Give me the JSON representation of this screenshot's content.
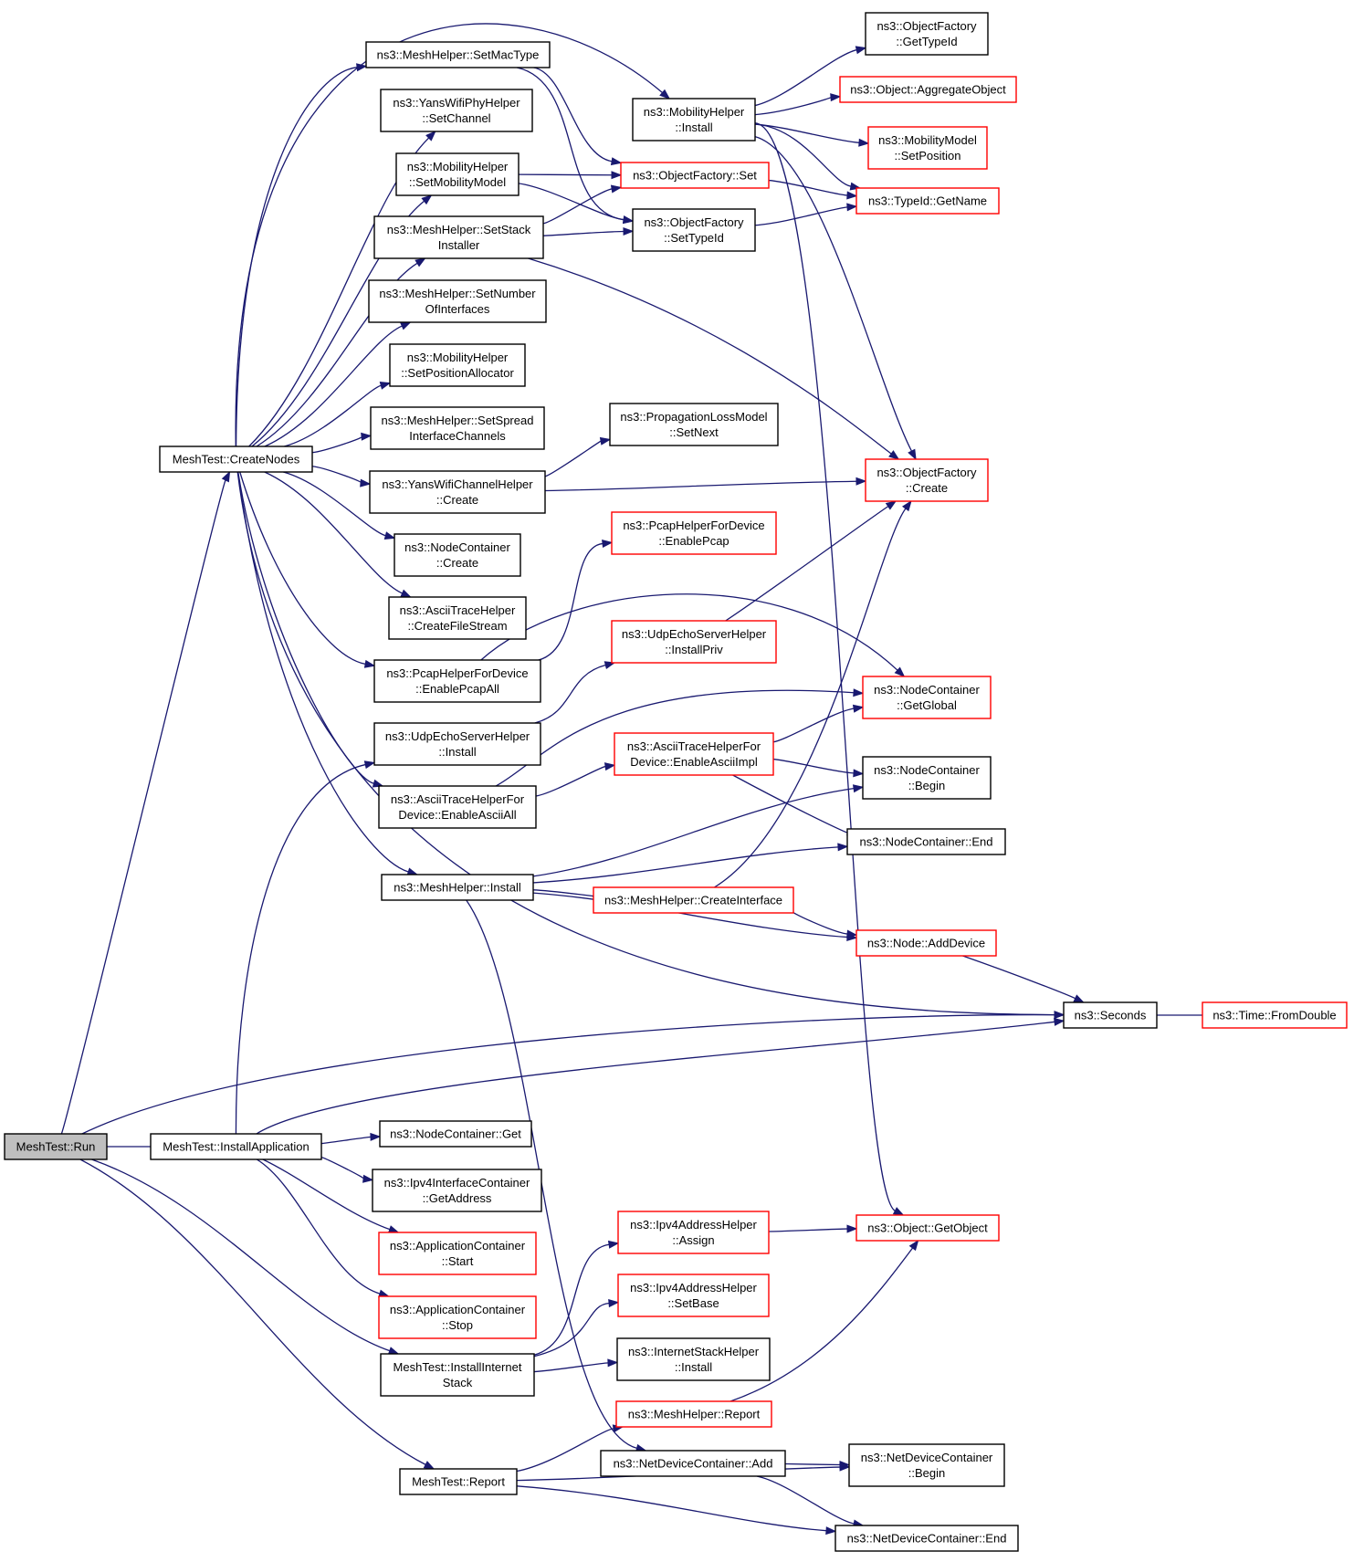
{
  "graph": {
    "type": "doxygen-call-graph",
    "colors": {
      "edge": "#191970",
      "root_fill": "#bfbfbf",
      "node_border": "#000000",
      "truncated_border": "#ff0000"
    },
    "nodes": [
      {
        "id": "run",
        "lines": [
          "MeshTest::Run"
        ],
        "style": "root"
      },
      {
        "id": "createnodes",
        "lines": [
          "MeshTest::CreateNodes"
        ],
        "style": "black"
      },
      {
        "id": "installapp",
        "lines": [
          "MeshTest::InstallApplication"
        ],
        "style": "black"
      },
      {
        "id": "installinet",
        "lines": [
          "MeshTest::InstallInternet",
          "Stack"
        ],
        "style": "black"
      },
      {
        "id": "report",
        "lines": [
          "MeshTest::Report"
        ],
        "style": "black"
      },
      {
        "id": "setmactype",
        "lines": [
          "ns3::MeshHelper::SetMacType"
        ],
        "style": "black"
      },
      {
        "id": "yanssetchannel",
        "lines": [
          "ns3::YansWifiPhyHelper",
          "::SetChannel"
        ],
        "style": "black"
      },
      {
        "id": "setmobmodel",
        "lines": [
          "ns3::MobilityHelper",
          "::SetMobilityModel"
        ],
        "style": "black"
      },
      {
        "id": "setstack",
        "lines": [
          "ns3::MeshHelper::SetStack",
          "Installer"
        ],
        "style": "black"
      },
      {
        "id": "setnumif",
        "lines": [
          "ns3::MeshHelper::SetNumber",
          "OfInterfaces"
        ],
        "style": "black"
      },
      {
        "id": "setposalloc",
        "lines": [
          "ns3::MobilityHelper",
          "::SetPositionAllocator"
        ],
        "style": "black"
      },
      {
        "id": "setspread",
        "lines": [
          "ns3::MeshHelper::SetSpread",
          "InterfaceChannels"
        ],
        "style": "black"
      },
      {
        "id": "yanschcreate",
        "lines": [
          "ns3::YansWifiChannelHelper",
          "::Create"
        ],
        "style": "black"
      },
      {
        "id": "nccreate",
        "lines": [
          "ns3::NodeContainer",
          "::Create"
        ],
        "style": "black"
      },
      {
        "id": "asciifile",
        "lines": [
          "ns3::AsciiTraceHelper",
          "::CreateFileStream"
        ],
        "style": "black"
      },
      {
        "id": "pcapall",
        "lines": [
          "ns3::PcapHelperForDevice",
          "::EnablePcapAll"
        ],
        "style": "black"
      },
      {
        "id": "udpinstall",
        "lines": [
          "ns3::UdpEchoServerHelper",
          "::Install"
        ],
        "style": "black"
      },
      {
        "id": "asciiall",
        "lines": [
          "ns3::AsciiTraceHelperFor",
          "Device::EnableAsciiAll"
        ],
        "style": "black"
      },
      {
        "id": "meshinstall",
        "lines": [
          "ns3::MeshHelper::Install"
        ],
        "style": "black"
      },
      {
        "id": "ncget",
        "lines": [
          "ns3::NodeContainer::Get"
        ],
        "style": "black"
      },
      {
        "id": "ipv4getaddr",
        "lines": [
          "ns3::Ipv4InterfaceContainer",
          "::GetAddress"
        ],
        "style": "black"
      },
      {
        "id": "appstart",
        "lines": [
          "ns3::ApplicationContainer",
          "::Start"
        ],
        "style": "red"
      },
      {
        "id": "appstop",
        "lines": [
          "ns3::ApplicationContainer",
          "::Stop"
        ],
        "style": "red"
      },
      {
        "id": "mobinstall",
        "lines": [
          "ns3::MobilityHelper",
          "::Install"
        ],
        "style": "black"
      },
      {
        "id": "ofset",
        "lines": [
          "ns3::ObjectFactory::Set"
        ],
        "style": "red"
      },
      {
        "id": "ofsettypeid",
        "lines": [
          "ns3::ObjectFactory",
          "::SetTypeId"
        ],
        "style": "black"
      },
      {
        "id": "propsetnext",
        "lines": [
          "ns3::PropagationLossModel",
          "::SetNext"
        ],
        "style": "black"
      },
      {
        "id": "pcapenable",
        "lines": [
          "ns3::PcapHelperForDevice",
          "::EnablePcap"
        ],
        "style": "red"
      },
      {
        "id": "udpinstallpriv",
        "lines": [
          "ns3::UdpEchoServerHelper",
          "::InstallPriv"
        ],
        "style": "red"
      },
      {
        "id": "asciiimpl",
        "lines": [
          "ns3::AsciiTraceHelperFor",
          "Device::EnableAsciiImpl"
        ],
        "style": "red"
      },
      {
        "id": "createif",
        "lines": [
          "ns3::MeshHelper::CreateInterface"
        ],
        "style": "red"
      },
      {
        "id": "ipv4assign",
        "lines": [
          "ns3::Ipv4AddressHelper",
          "::Assign"
        ],
        "style": "red"
      },
      {
        "id": "ipv4setbase",
        "lines": [
          "ns3::Ipv4AddressHelper",
          "::SetBase"
        ],
        "style": "red"
      },
      {
        "id": "inetinstall",
        "lines": [
          "ns3::InternetStackHelper",
          "::Install"
        ],
        "style": "black"
      },
      {
        "id": "meshreport",
        "lines": [
          "ns3::MeshHelper::Report"
        ],
        "style": "red"
      },
      {
        "id": "ndcadd",
        "lines": [
          "ns3::NetDeviceContainer::Add"
        ],
        "style": "black"
      },
      {
        "id": "ofgettypeid",
        "lines": [
          "ns3::ObjectFactory",
          "::GetTypeId"
        ],
        "style": "black"
      },
      {
        "id": "aggregate",
        "lines": [
          "ns3::Object::AggregateObject"
        ],
        "style": "red"
      },
      {
        "id": "mmsetpos",
        "lines": [
          "ns3::MobilityModel",
          "::SetPosition"
        ],
        "style": "red"
      },
      {
        "id": "typeidgetname",
        "lines": [
          "ns3::TypeId::GetName"
        ],
        "style": "red"
      },
      {
        "id": "ofcreate",
        "lines": [
          "ns3::ObjectFactory",
          "::Create"
        ],
        "style": "red"
      },
      {
        "id": "ncgetglobal",
        "lines": [
          "ns3::NodeContainer",
          "::GetGlobal"
        ],
        "style": "red"
      },
      {
        "id": "ncbegin",
        "lines": [
          "ns3::NodeContainer",
          "::Begin"
        ],
        "style": "black"
      },
      {
        "id": "ncend",
        "lines": [
          "ns3::NodeContainer::End"
        ],
        "style": "black"
      },
      {
        "id": "nodeadddev",
        "lines": [
          "ns3::Node::AddDevice"
        ],
        "style": "red"
      },
      {
        "id": "seconds",
        "lines": [
          "ns3::Seconds"
        ],
        "style": "black"
      },
      {
        "id": "fromdouble",
        "lines": [
          "ns3::Time::FromDouble"
        ],
        "style": "red"
      },
      {
        "id": "getobject",
        "lines": [
          "ns3::Object::GetObject"
        ],
        "style": "red"
      },
      {
        "id": "ndcbegin",
        "lines": [
          "ns3::NetDeviceContainer",
          "::Begin"
        ],
        "style": "black"
      },
      {
        "id": "ndcend",
        "lines": [
          "ns3::NetDeviceContainer::End"
        ],
        "style": "black"
      }
    ],
    "edges": [
      [
        "run",
        "createnodes"
      ],
      [
        "run",
        "installapp"
      ],
      [
        "run",
        "installinet"
      ],
      [
        "run",
        "report"
      ],
      [
        "run",
        "seconds"
      ],
      [
        "createnodes",
        "setmactype"
      ],
      [
        "createnodes",
        "yanssetchannel"
      ],
      [
        "createnodes",
        "setmobmodel"
      ],
      [
        "createnodes",
        "setstack"
      ],
      [
        "createnodes",
        "setnumif"
      ],
      [
        "createnodes",
        "setposalloc"
      ],
      [
        "createnodes",
        "setspread"
      ],
      [
        "createnodes",
        "yanschcreate"
      ],
      [
        "createnodes",
        "nccreate"
      ],
      [
        "createnodes",
        "asciifile"
      ],
      [
        "createnodes",
        "pcapall"
      ],
      [
        "createnodes",
        "asciiall"
      ],
      [
        "createnodes",
        "meshinstall"
      ],
      [
        "createnodes",
        "mobinstall"
      ],
      [
        "createnodes",
        "seconds"
      ],
      [
        "installapp",
        "udpinstall"
      ],
      [
        "installapp",
        "ncget"
      ],
      [
        "installapp",
        "ipv4getaddr"
      ],
      [
        "installapp",
        "appstart"
      ],
      [
        "installapp",
        "appstop"
      ],
      [
        "installapp",
        "seconds"
      ],
      [
        "setmactype",
        "ofset"
      ],
      [
        "setmactype",
        "ofsettypeid"
      ],
      [
        "setmobmodel",
        "ofset"
      ],
      [
        "setmobmodel",
        "ofsettypeid"
      ],
      [
        "setstack",
        "ofset"
      ],
      [
        "setstack",
        "ofsettypeid"
      ],
      [
        "setstack",
        "ofcreate"
      ],
      [
        "yanschcreate",
        "propsetnext"
      ],
      [
        "yanschcreate",
        "ofcreate"
      ],
      [
        "pcapall",
        "pcapenable"
      ],
      [
        "pcapall",
        "ncgetglobal"
      ],
      [
        "udpinstall",
        "udpinstallpriv"
      ],
      [
        "asciiall",
        "asciiimpl"
      ],
      [
        "asciiall",
        "ncgetglobal"
      ],
      [
        "meshinstall",
        "ncbegin"
      ],
      [
        "meshinstall",
        "ncend"
      ],
      [
        "meshinstall",
        "createif"
      ],
      [
        "meshinstall",
        "nodeadddev"
      ],
      [
        "meshinstall",
        "ndcadd"
      ],
      [
        "mobinstall",
        "ofgettypeid"
      ],
      [
        "mobinstall",
        "aggregate"
      ],
      [
        "mobinstall",
        "mmsetpos"
      ],
      [
        "mobinstall",
        "typeidgetname"
      ],
      [
        "mobinstall",
        "ofcreate"
      ],
      [
        "mobinstall",
        "getobject"
      ],
      [
        "ofset",
        "typeidgetname"
      ],
      [
        "ofsettypeid",
        "typeidgetname"
      ],
      [
        "udpinstallpriv",
        "ofcreate"
      ],
      [
        "asciiimpl",
        "ncgetglobal"
      ],
      [
        "asciiimpl",
        "ncbegin"
      ],
      [
        "asciiimpl",
        "ncend"
      ],
      [
        "createif",
        "ofcreate"
      ],
      [
        "createif",
        "nodeadddev"
      ],
      [
        "nodeadddev",
        "seconds"
      ],
      [
        "seconds",
        "fromdouble"
      ],
      [
        "installinet",
        "ipv4assign"
      ],
      [
        "installinet",
        "ipv4setbase"
      ],
      [
        "installinet",
        "inetinstall"
      ],
      [
        "ipv4assign",
        "getobject"
      ],
      [
        "report",
        "meshreport"
      ],
      [
        "report",
        "ndcbegin"
      ],
      [
        "report",
        "ndcend"
      ],
      [
        "meshreport",
        "getobject"
      ],
      [
        "ndcadd",
        "ndcbegin"
      ],
      [
        "ndcadd",
        "ndcend"
      ]
    ]
  }
}
